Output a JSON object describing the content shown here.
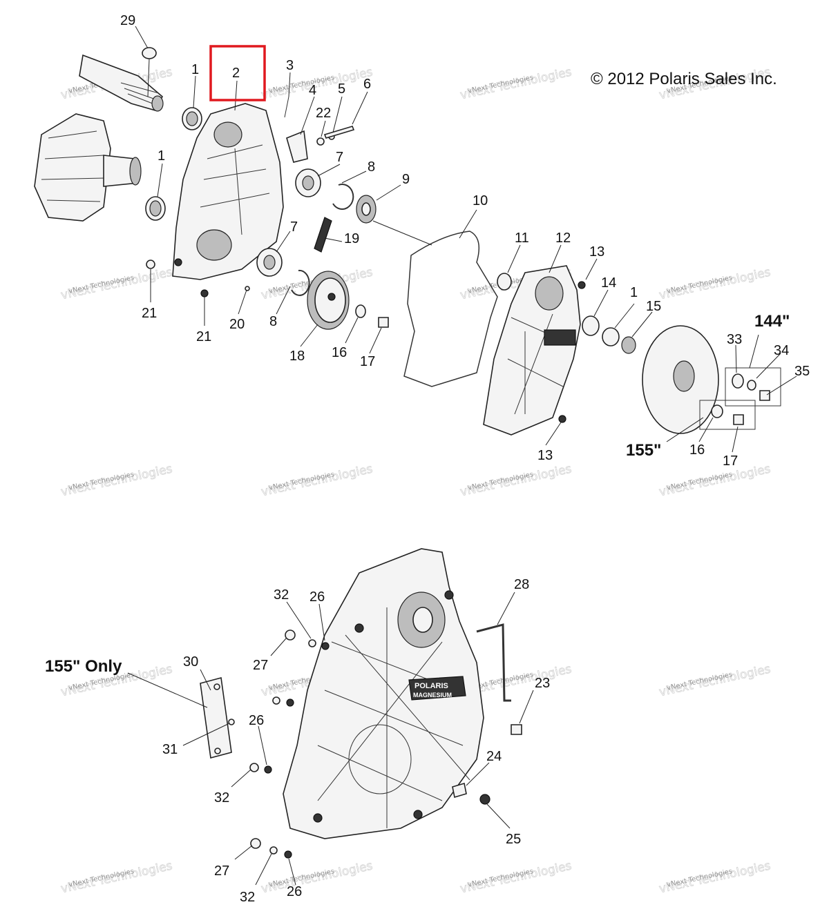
{
  "copyright": "© 2012 Polaris Sales Inc.",
  "highlight_label": "2",
  "watermark": {
    "line1": "vNext Technologies",
    "line2": "vNext Technologies"
  },
  "top_callouts": [
    {
      "id": "c29",
      "text": "29"
    },
    {
      "id": "c1a",
      "text": "1"
    },
    {
      "id": "c3",
      "text": "3"
    },
    {
      "id": "c4",
      "text": "4"
    },
    {
      "id": "c5",
      "text": "5"
    },
    {
      "id": "c6",
      "text": "6"
    },
    {
      "id": "c22",
      "text": "22"
    },
    {
      "id": "c1b",
      "text": "1"
    },
    {
      "id": "c7a",
      "text": "7"
    },
    {
      "id": "c8a",
      "text": "8"
    },
    {
      "id": "c9",
      "text": "9"
    },
    {
      "id": "c10",
      "text": "10"
    },
    {
      "id": "c7b",
      "text": "7"
    },
    {
      "id": "c19",
      "text": "19"
    },
    {
      "id": "c11",
      "text": "11"
    },
    {
      "id": "c12",
      "text": "12"
    },
    {
      "id": "c13a",
      "text": "13"
    },
    {
      "id": "c21a",
      "text": "21"
    },
    {
      "id": "c21b",
      "text": "21"
    },
    {
      "id": "c20",
      "text": "20"
    },
    {
      "id": "c8b",
      "text": "8"
    },
    {
      "id": "c18",
      "text": "18"
    },
    {
      "id": "c16a",
      "text": "16"
    },
    {
      "id": "c17a",
      "text": "17"
    },
    {
      "id": "c14",
      "text": "14"
    },
    {
      "id": "c1c",
      "text": "1"
    },
    {
      "id": "c15",
      "text": "15"
    },
    {
      "id": "c33",
      "text": "33"
    },
    {
      "id": "c34",
      "text": "34"
    },
    {
      "id": "c35",
      "text": "35"
    },
    {
      "id": "c13b",
      "text": "13"
    },
    {
      "id": "c16b",
      "text": "16"
    },
    {
      "id": "c17b",
      "text": "17"
    }
  ],
  "size_labels": {
    "s144": "144\"",
    "s155": "155\"",
    "only155": "155\" Only"
  },
  "bottom_callouts": [
    {
      "id": "b32a",
      "text": "32"
    },
    {
      "id": "b26a",
      "text": "26"
    },
    {
      "id": "b28",
      "text": "28"
    },
    {
      "id": "b27a",
      "text": "27"
    },
    {
      "id": "b30",
      "text": "30"
    },
    {
      "id": "b23",
      "text": "23"
    },
    {
      "id": "b31",
      "text": "31"
    },
    {
      "id": "b26b",
      "text": "26"
    },
    {
      "id": "b32b",
      "text": "32"
    },
    {
      "id": "b24",
      "text": "24"
    },
    {
      "id": "b25",
      "text": "25"
    },
    {
      "id": "b27b",
      "text": "27"
    },
    {
      "id": "b32c",
      "text": "32"
    },
    {
      "id": "b26c",
      "text": "26"
    }
  ],
  "logo_text": {
    "brand": "POLARIS",
    "sub": "MAGNESIUM"
  }
}
